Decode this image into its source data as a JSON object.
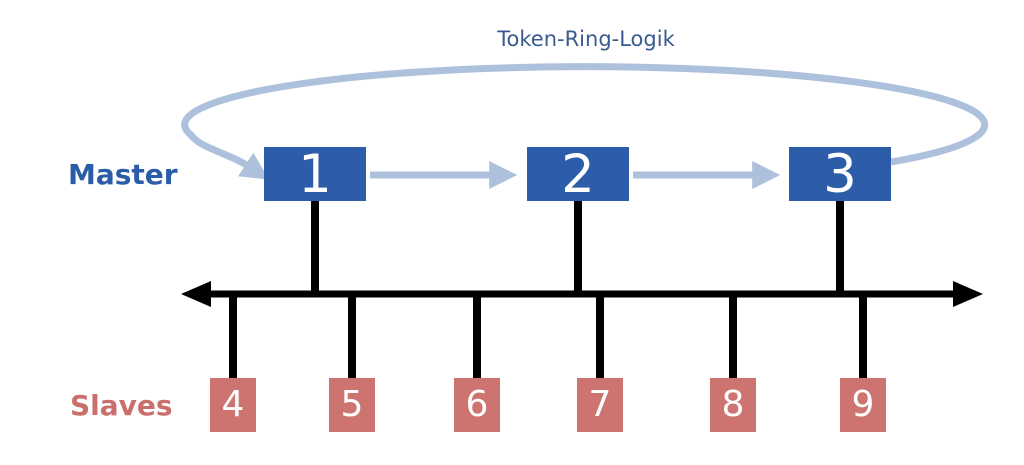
{
  "title": {
    "text": "Token-Ring-Logik"
  },
  "labels": {
    "master": "Master",
    "slaves": "Slaves"
  },
  "masters": [
    {
      "label": "1"
    },
    {
      "label": "2"
    },
    {
      "label": "3"
    }
  ],
  "slaves": [
    {
      "label": "4"
    },
    {
      "label": "5"
    },
    {
      "label": "6"
    },
    {
      "label": "7"
    },
    {
      "label": "8"
    },
    {
      "label": "9"
    }
  ],
  "colors": {
    "master_box": "#2D5DA8",
    "slave_box": "#CD7370",
    "ring": "#AEC1DC",
    "bus": "#000000",
    "title_text": "#3A5B8F",
    "master_label": "#2B5CA7",
    "slaves_label": "#C9706D",
    "box_number": "#FFFFFF"
  }
}
